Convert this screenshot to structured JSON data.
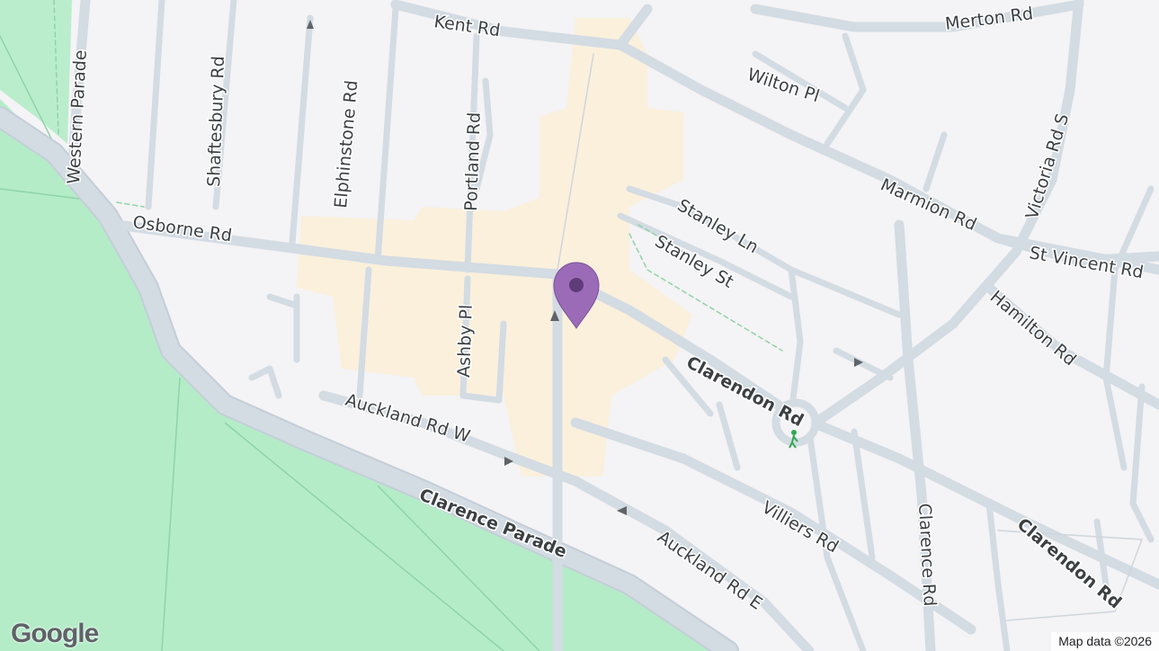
{
  "map": {
    "colors": {
      "background": "#f4f3f5",
      "park": "#b4ecc8",
      "road": "#d3dbe3",
      "road_edge": "#c4ced8",
      "commercial": "#faf0dc",
      "marker": "#9c6bb8",
      "marker_dot": "#5e3c78"
    },
    "icons": [
      "map-marker-icon",
      "one-way-arrow-icon",
      "pedestrian-icon"
    ],
    "labels": {
      "kent_rd": "Kent Rd",
      "merton_rd": "Merton Rd",
      "wilton_pl": "Wilton Pl",
      "western_parade": "Western Parade",
      "shaftesbury_rd": "Shaftesbury Rd",
      "elphinstone_rd": "Elphinstone Rd",
      "portland_rd": "Portland Rd",
      "victoria_rd_s": "Victoria Rd S",
      "marmion_rd": "Marmion Rd",
      "stanley_ln": "Stanley Ln",
      "stanley_st": "Stanley St",
      "st_vincent_rd": "St Vincent Rd",
      "osborne_rd": "Osborne Rd",
      "hamilton_rd": "Hamilton Rd",
      "ashby_pl": "Ashby Pl",
      "clarendon_rd_1": "Clarendon Rd",
      "clarendon_rd_2": "Clarendon Rd",
      "auckland_rd_w": "Auckland Rd W",
      "villiers_rd": "Villiers Rd",
      "clarence_parade": "Clarence Parade",
      "clarence_rd": "Clarence Rd",
      "auckland_rd_e": "Auckland Rd E"
    },
    "logo": "Google",
    "attribution": "Map data ©2026"
  }
}
